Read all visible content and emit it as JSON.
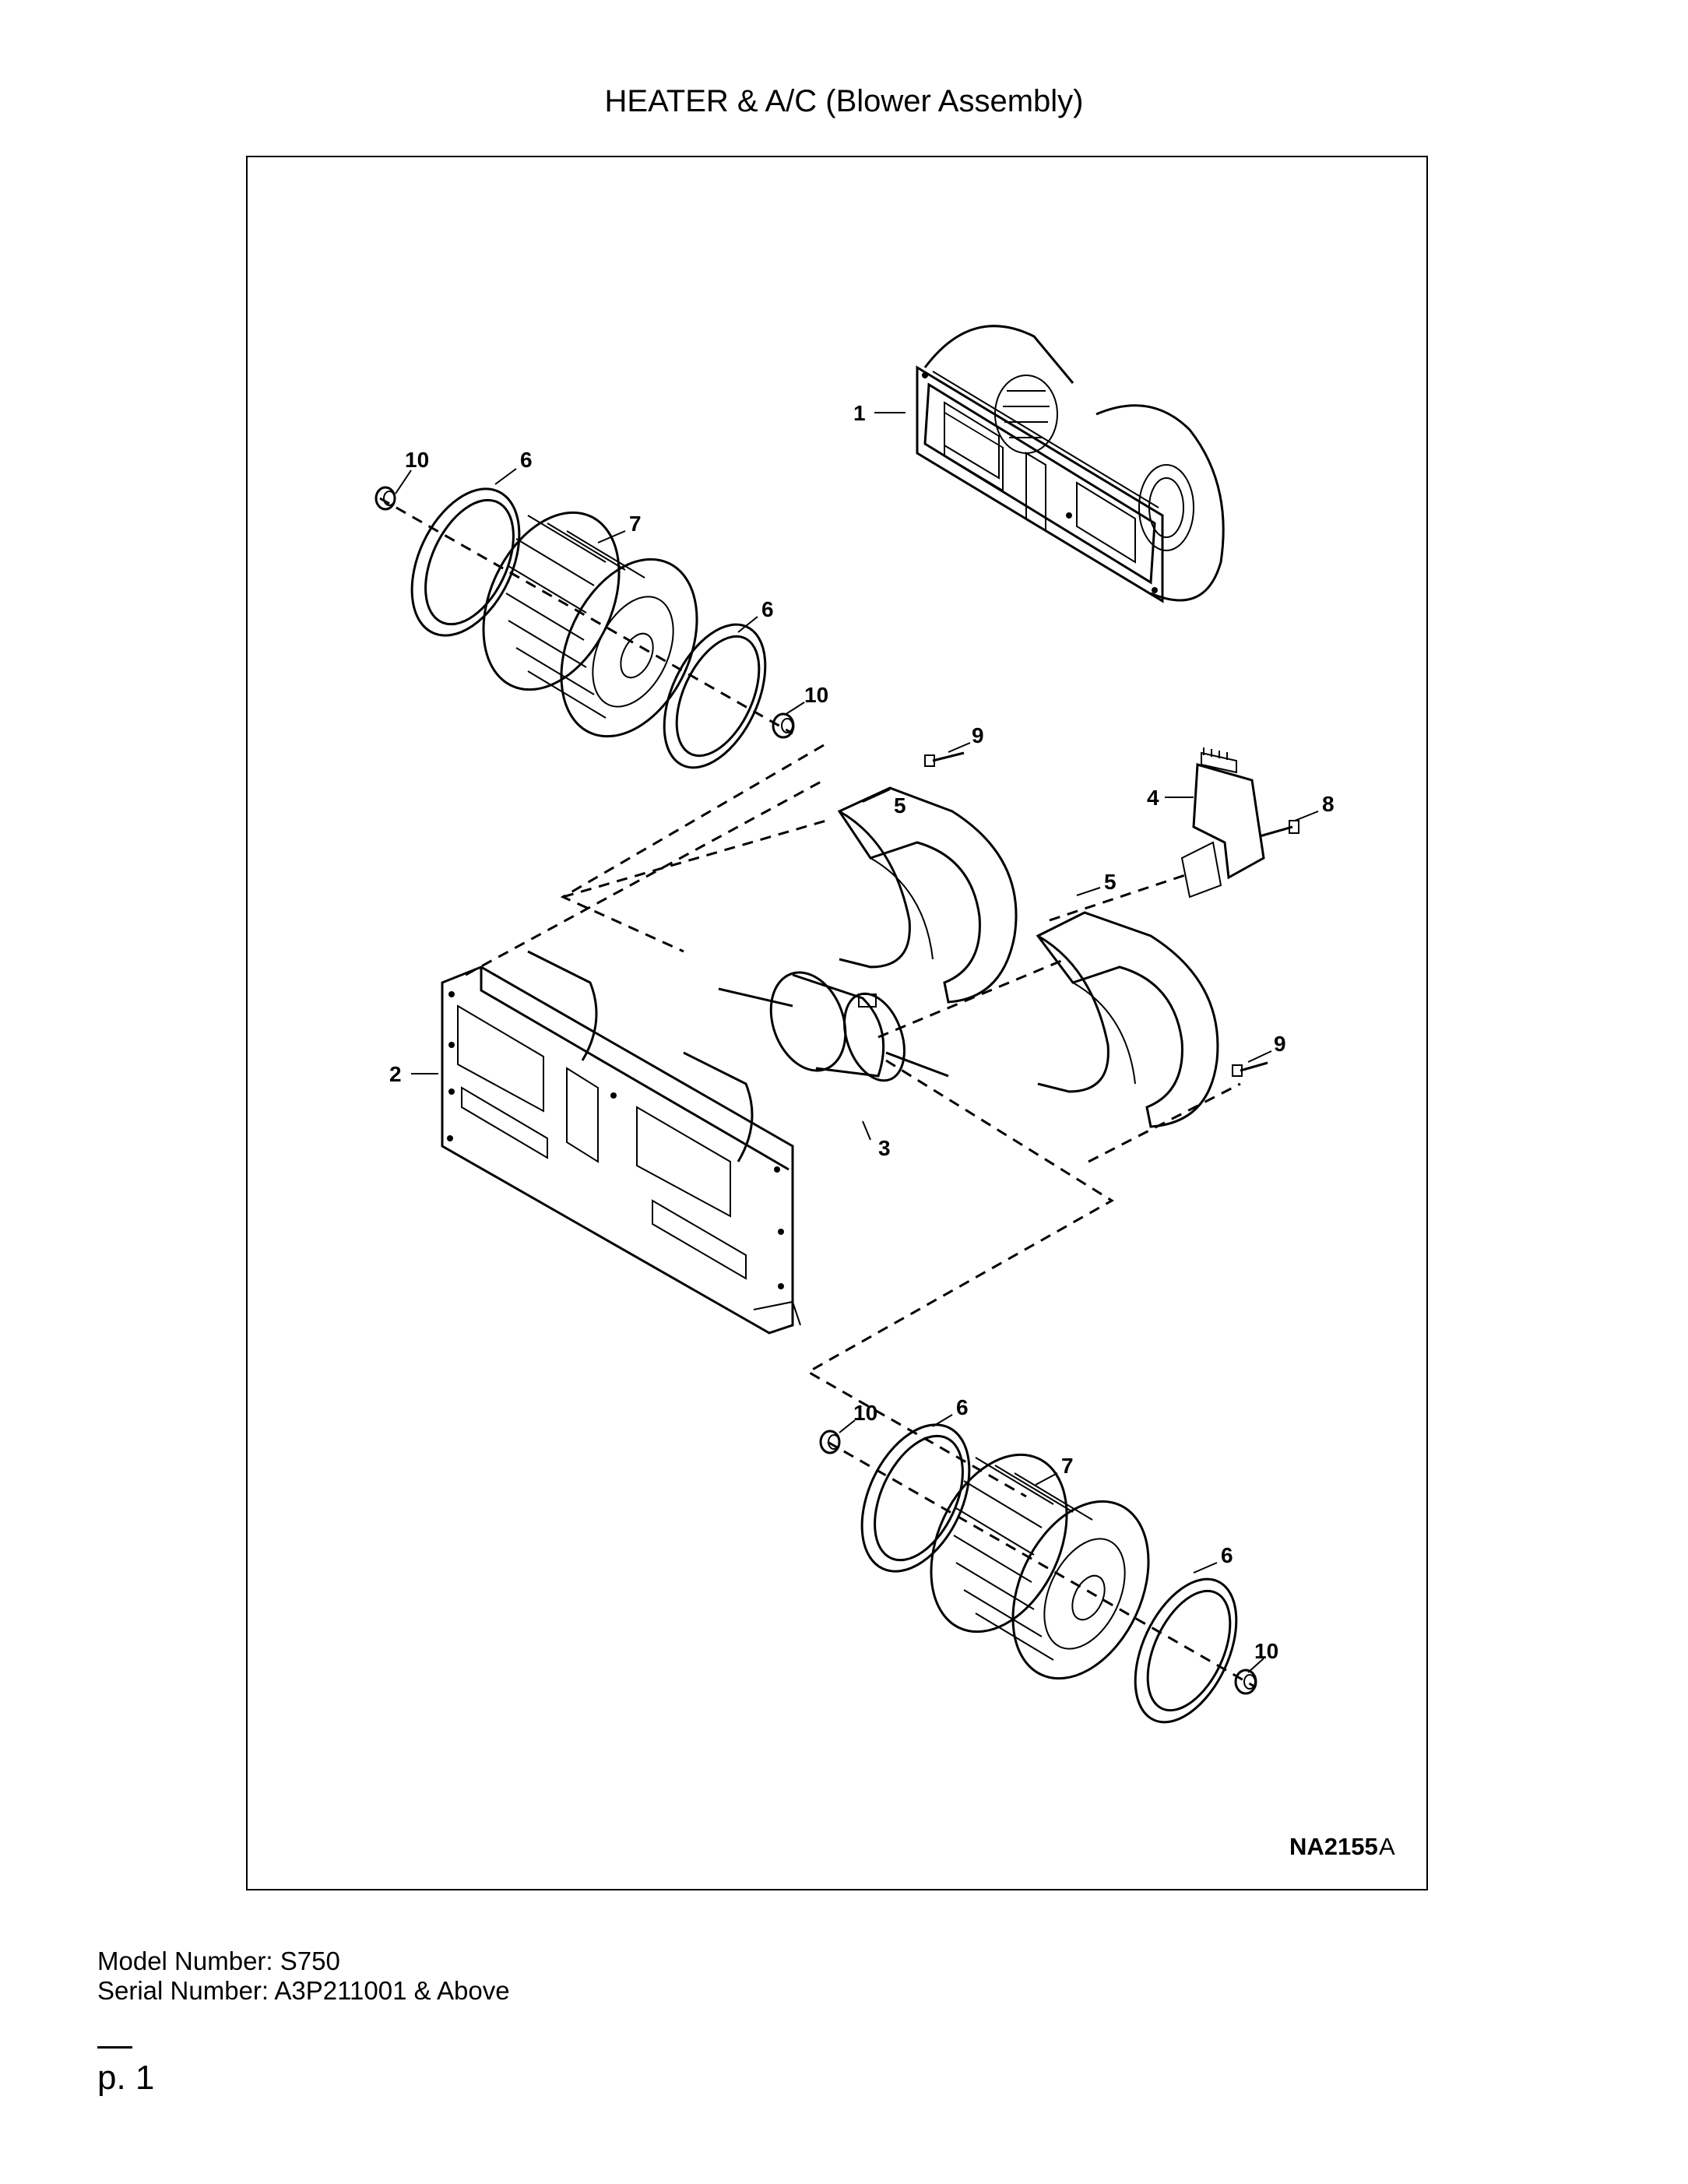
{
  "page": {
    "title": "HEATER & A/C (Blower Assembly)",
    "model_line": "Model Number: S750",
    "serial_line": "Serial Number: A3P211001 & Above",
    "page_number": "p. 1"
  },
  "diagram": {
    "figure_code": "NA2155",
    "figure_rev": "A",
    "callouts": {
      "c1": "1",
      "c2": "2",
      "c3": "3",
      "c4": "4",
      "c5a": "5",
      "c5b": "5",
      "c6a": "6",
      "c6b": "6",
      "c6c": "6",
      "c6d": "6",
      "c7a": "7",
      "c7b": "7",
      "c8": "8",
      "c9a": "9",
      "c9b": "9",
      "c10a": "10",
      "c10b": "10",
      "c10c": "10",
      "c10d": "10"
    }
  }
}
